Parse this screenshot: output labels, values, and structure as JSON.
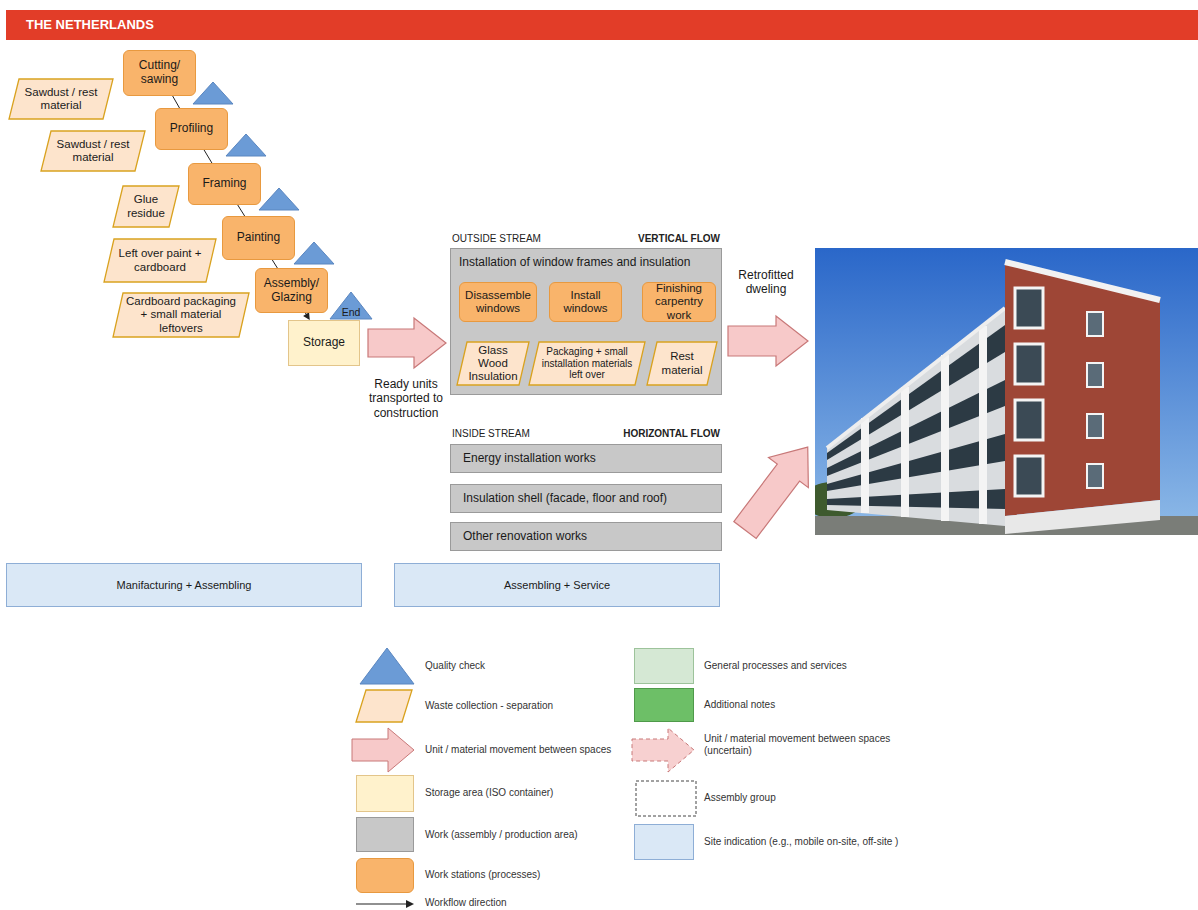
{
  "diagram": {
    "title": "THE NETHERLANDS",
    "nodes": [
      {
        "text": [
          "Cutting/ sawing"
        ]
      },
      {
        "text": [
          "Sawdust / rest material"
        ]
      },
      {
        "text": [
          "Profiling"
        ]
      },
      {
        "text": [
          "Sawdust / rest material"
        ]
      },
      {
        "text": [
          "Framing"
        ]
      },
      {
        "text": [
          "Glue residue"
        ]
      },
      {
        "text": [
          "Painting"
        ]
      },
      {
        "text": [
          "Left over paint + cardboard"
        ]
      },
      {
        "text": [
          "Assembly/ Glazing"
        ]
      },
      {
        "text": [
          "Cardboard packaging + small material leftovers"
        ]
      },
      {
        "text": [
          "End"
        ]
      },
      {
        "text": [
          "Storage"
        ]
      },
      {
        "text": [
          "OUTSIDE STREAM",
          "VERTICAL FLOW",
          "Installation of window frames and insulation"
        ]
      },
      {
        "text": [
          "Disassemble windows"
        ],
        "in": 12
      },
      {
        "text": [
          "Install windows"
        ],
        "in": 12
      },
      {
        "text": [
          "Finishing carpentry work"
        ],
        "in": 12
      },
      {
        "text": [
          "Glass Wood Insulation"
        ],
        "in": 12
      },
      {
        "text": [
          "Packaging + small installation materials left over"
        ],
        "in": 12
      },
      {
        "text": [
          "Rest material"
        ],
        "in": 12
      },
      {
        "text": [
          "Energy installation works"
        ]
      },
      {
        "text": [
          "Insulation shell (facade, floor and roof)"
        ]
      },
      {
        "text": [
          "Other renovation works"
        ]
      },
      {
        "text": [
          "Manifacturing + Assembling"
        ]
      },
      {
        "text": [
          "Assembling + Service"
        ]
      }
    ],
    "edges": [
      {
        "from": 0,
        "to": 2,
        "arrow": "none"
      },
      {
        "from": 2,
        "to": 4,
        "arrow": "none"
      },
      {
        "from": 4,
        "to": 6,
        "arrow": "none"
      },
      {
        "from": 6,
        "to": 8,
        "arrow": "none"
      },
      {
        "from": 8,
        "to": 11,
        "arrow": "to"
      },
      {
        "from": 11,
        "to": 12,
        "label": "Ready units transported to construction",
        "arrow": "to"
      },
      {
        "from": 13,
        "to": 14,
        "arrow": "to"
      },
      {
        "from": 14,
        "to": 15,
        "arrow": "to"
      }
    ],
    "labels": [
      "INSIDE STREAM",
      "HORIZONTAL FLOW",
      "Retrofitted dweling"
    ],
    "legend": [
      {
        "text": "Quality check"
      },
      {
        "text": "Waste collection - separation"
      },
      {
        "text": "Unit / material movement between spaces"
      },
      {
        "text": "Storage area (ISO container)",
        "color": "#fff2cc"
      },
      {
        "text": "Work (assembly / production area)",
        "color": "#c8c8c8"
      },
      {
        "text": "Work stations (processes)",
        "color": "#f9b46b"
      },
      {
        "text": "Workflow direction"
      },
      {
        "text": "General processes and services",
        "color": "#d5e8d4"
      },
      {
        "text": "Additional notes",
        "color": "#6dbf67"
      },
      {
        "text": "Unit / material movement between spaces (uncertain)"
      },
      {
        "text": "Assembly group"
      },
      {
        "text": "Site indication (e.g., mobile on-site, off-site )",
        "color": "#dae8f6"
      }
    ]
  }
}
